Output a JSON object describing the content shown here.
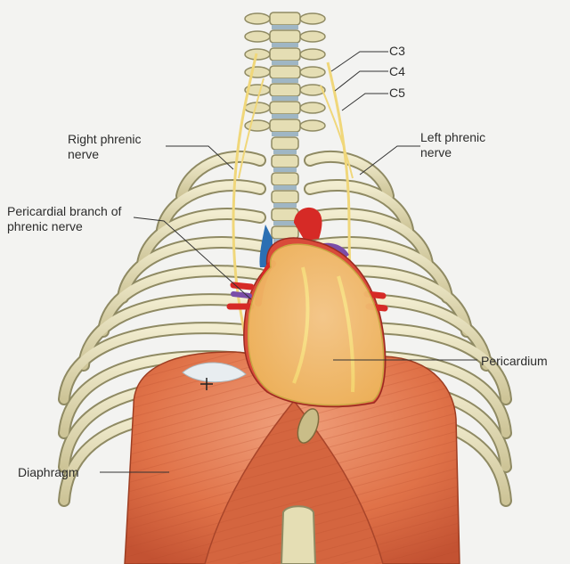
{
  "labels": {
    "c3": "C3",
    "c4": "C4",
    "c5": "C5",
    "right_phrenic": {
      "line1": "Right phrenic",
      "line2": "nerve"
    },
    "left_phrenic": {
      "line1": "Left phrenic",
      "line2": "nerve"
    },
    "pericardial_branch": {
      "line1": "Pericardial branch of",
      "line2": "phrenic nerve"
    },
    "pericardium": "Pericardium",
    "diaphragm": "Diaphragm"
  },
  "colors": {
    "background": "#f3f3f1",
    "bone": "#e5deb4",
    "bone_edge": "#8f8a63",
    "nerve": "#f0d77a",
    "heart": "#d62a26",
    "pericardium": "#f7e07a",
    "diaphragm": "#e2764e",
    "leader_line": "#333333"
  }
}
